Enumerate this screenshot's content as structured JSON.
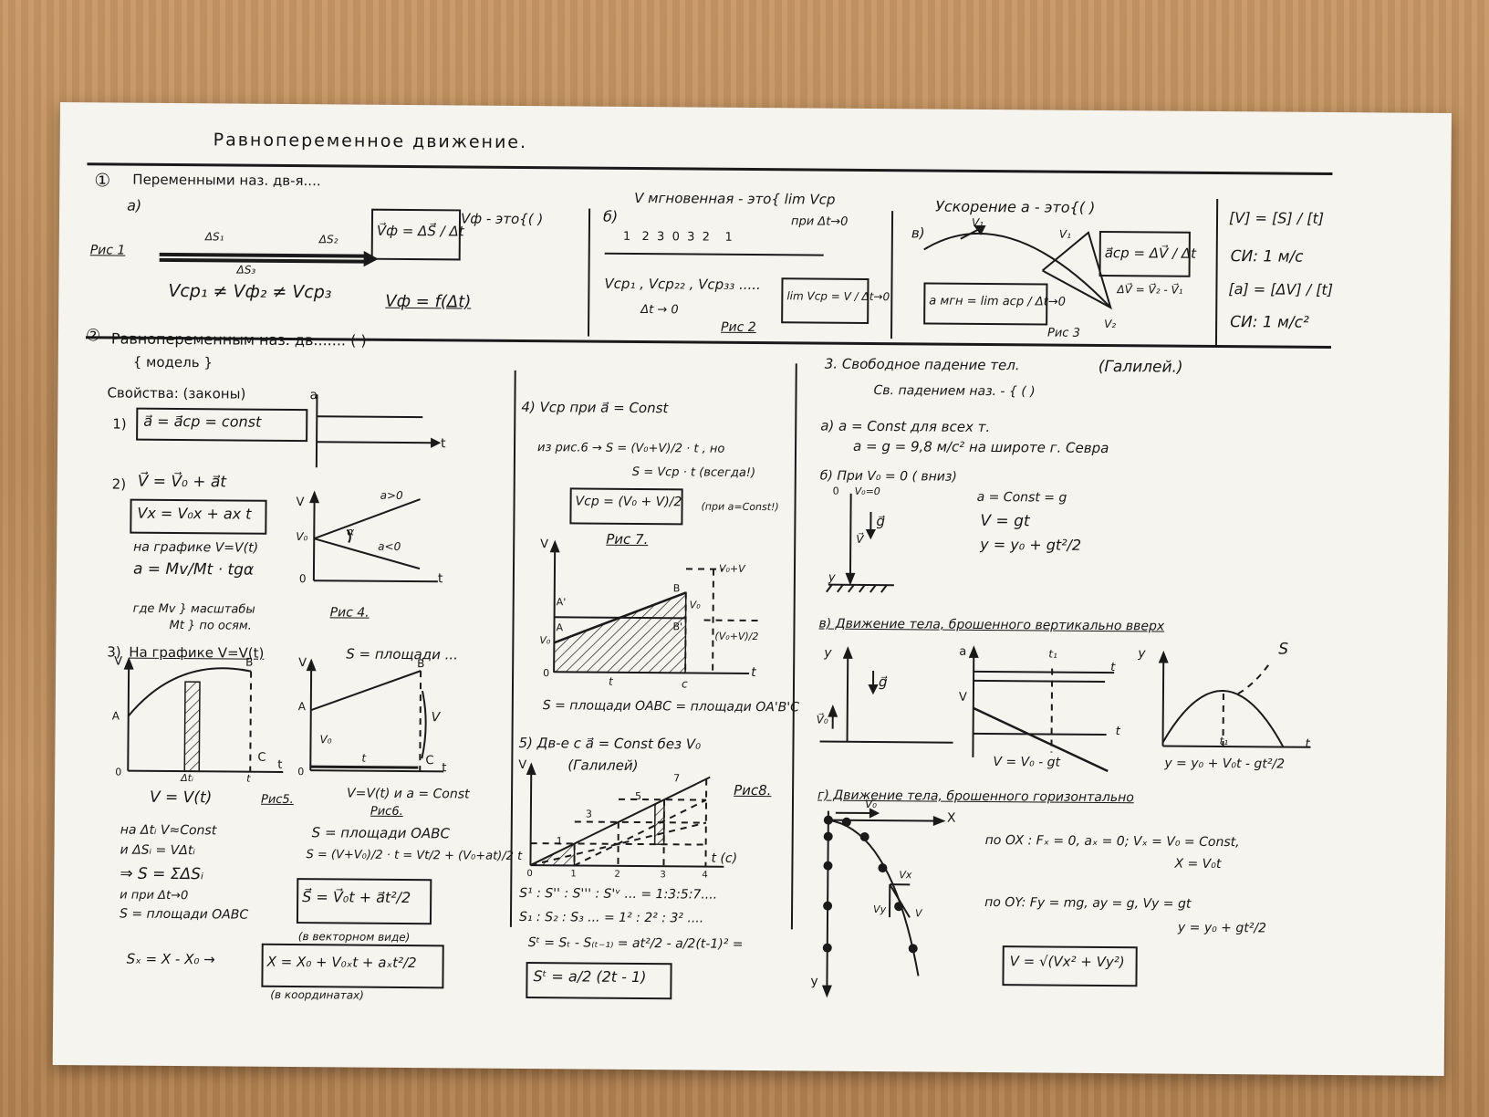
{
  "title": "Равнопеременное движение.",
  "s1": {
    "num": "①",
    "heading": "Переменными наз. дв-я....",
    "a": {
      "label": "а)",
      "fig": "Рис 1",
      "ds1": "ΔS₁",
      "ds2": "ΔS₂",
      "ds3": "ΔS₃",
      "formula": "V⃗ф = ΔS⃗ / Δt",
      "def": "Vф - это{(     )",
      "ineq": "Vср₁ ≠ Vф₂ ≠ Vср₃",
      "vf": "Vф = f(Δt)"
    },
    "b": {
      "label": "б)",
      "def": "V мгновенная - это{ lim Vср",
      "def2": "при Δt→0",
      "ticks": "1   2  3  0  3  2    1",
      "list": "Vср₁ , Vср₂₂ , Vср₃₃ .....",
      "dt": "Δt → 0",
      "box": "lim Vср = V / Δt→0",
      "fig": "Рис 2"
    },
    "c": {
      "label": "в)",
      "def": "Ускорение a - это{(     )",
      "v1": "V₁",
      "v1b": "V₁",
      "v2": "V₂",
      "box": "a⃗ср = ΔV⃗ / Δt",
      "dv": "ΔV⃗ = V⃗₂ - V⃗₁",
      "inst": "a мгн = lim aср / Δt→0",
      "fig": "Рис 3"
    },
    "units": {
      "v": "[V] = [S] / [t]",
      "si1": "СИ: 1 м/с",
      "a": "[a] = [ΔV] / [t]",
      "si2": "СИ: 1 м/с²"
    }
  },
  "s2": {
    "num": "②",
    "heading": "Равнопеременным наз. дв....... (     )",
    "model": "{ модель }",
    "props": "Свойства:   (законы)",
    "law1": {
      "n": "1)",
      "box": "a⃗ = a⃗ср = const",
      "ax_a": "a",
      "ax_t": "t"
    },
    "law2": {
      "n": "2)",
      "eq": "V⃗ = V⃗₀ + a⃗t",
      "box": "Vx = V₀x + ax t",
      "graph": "на графике V=V(t)",
      "tg": "a = Mv/Mt · tgα",
      "scale": "где Mv } масштабы",
      "scale2": "Mt } по осям.",
      "ax_v": "V",
      "v0": "V₀",
      "agt": "a>0",
      "alt": "a<0",
      "alpha": "α",
      "zero": "0",
      "ax_t": "t",
      "fig": "Рис 4."
    },
    "law3": {
      "n": "3)",
      "text": "На графике V=V(t)",
      "s": "S = площади ...",
      "g5": {
        "v": "V",
        "a": "A",
        "b": "B",
        "c": "C",
        "t": "t",
        "zero": "0",
        "dt": "Δtᵢ",
        "tt": "t",
        "cap": "V = V(t)",
        "fig": "Рис5."
      },
      "g6": {
        "v": "V",
        "a": "A",
        "b": "B",
        "c": "C",
        "t": "t",
        "zero": "0",
        "v0": "V₀",
        "vv": "V",
        "tt": "t",
        "cap": "V=V(t) и a = Const",
        "fig": "Рис6."
      },
      "l1": "на Δtᵢ  V≈Const",
      "l2": "и ΔSᵢ = VΔtᵢ",
      "l3": "⇒ S = ΣΔSᵢ",
      "l4": "и при Δt→0",
      "l5": "S = площади OABC",
      "r1": "S = площади OABC",
      "r2": "S = (V+V₀)/2 · t = Vt/2 + (V₀+at)/2 t",
      "box": "S⃗ = V⃗₀t + a⃗t²/2",
      "vec": "(в векторном виде)",
      "sx": "Sₓ = X - X₀   →",
      "box2": "X = X₀ + V₀ₓt + aₓt²/2",
      "coord": "(в координатах)"
    }
  },
  "s4": {
    "head": "4)  Vср  при a⃗ = Const",
    "l1": "из рис.6 → S = (V₀+V)/2 · t ,  но",
    "l2": "S = Vср · t   (всегда!)",
    "box": "Vср = (V₀ + V)/2",
    "note": "(при a=Const!)",
    "fig": "Рис 7.",
    "g": {
      "v": "V",
      "a1": "A'",
      "a": "A",
      "b": "B",
      "b1": "B'",
      "v0": "V₀",
      "vr": "V₀",
      "half": "(V₀+V)/2",
      "top": "V₀+V",
      "zero": "0",
      "t1": "t",
      "c": "c",
      "t": "t"
    },
    "eq": "S = площади OABC = площади OA'B'C"
  },
  "s5": {
    "head": "5) Дв-е с a⃗ = Const без V₀",
    "gal": "(Галилей)",
    "fig": "Рис8.",
    "g": {
      "v": "V",
      "n1": "1",
      "n3": "3",
      "n5": "5",
      "n7": "7",
      "t": "t (с)",
      "x0": "0",
      "x1": "1",
      "x2": "2",
      "x3": "3",
      "x4": "4"
    },
    "r1": "S¹ : S'' : S''' : S'ᵛ ... = 1:3:5:7....",
    "r2": "S₁ : S₂ : S₃ ... = 1² : 2² : 3² ....",
    "r3": "Sᵗ = Sₜ - S₍ₜ₋₁₎ = at²/2 - a/2(t-1)² =",
    "box": "Sᵗ = a/2 (2t - 1)"
  },
  "s3": {
    "head": "3.  Свободное падение тел.",
    "gal": "(Галилей.)",
    "def": "Св. падением наз. - { (         )",
    "a": "а)  a = Const для всех т.",
    "g": "a = g = 9,8 м/с²  на широте г. Севра",
    "b": "б) При V₀ = 0 ( вниз)",
    "bg": {
      "o": "0",
      "v0": "V₀=0",
      "gv": "g⃗",
      "v": "V⃗",
      "y": "y"
    },
    "b1": "a = Const = g",
    "b2": "V = gt",
    "b3": "y = y₀ + gt²/2",
    "c": "в) Движение тела, брошенного вертикально вверх",
    "cg": {
      "y": "y",
      "gv": "g⃗",
      "v0": "V⃗₀",
      "a": "a",
      "t1": "t₁",
      "t": "t",
      "v": "V",
      "vt": "t",
      "eqv": "V = V₀ - gt",
      "y2": "y",
      "s": "S",
      "t1b": "t₁",
      "t2": "t",
      "eqy": "y = y₀ + V₀t - gt²/2"
    },
    "d": "г) Движение тела, брошенного горизонтально",
    "dg": {
      "v0": "V₀",
      "x": "X",
      "y": "y",
      "vx": "Vx",
      "vy": "Vy",
      "v": "V"
    },
    "ox": "по OX :  Fₓ = 0,  aₓ = 0;   Vₓ = V₀ = Const,",
    "ox2": "X = V₀t",
    "oy": "по OY:  Fy = mg,  ay = g,  Vy = gt",
    "oy2": "y = y₀ + gt²/2",
    "box": "V = √(Vx² + Vy²)"
  }
}
